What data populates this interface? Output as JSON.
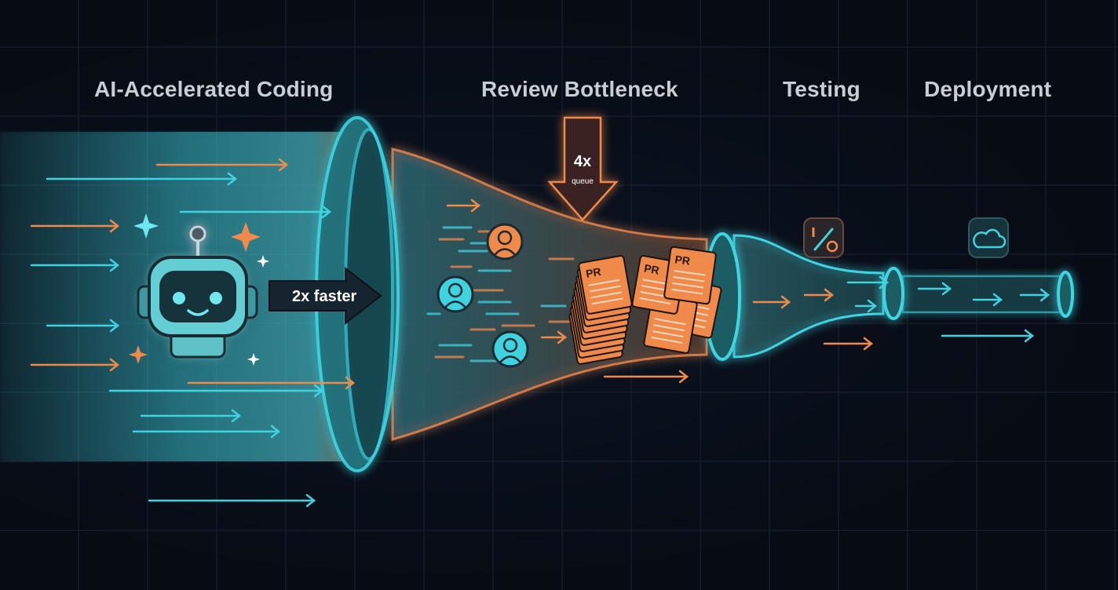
{
  "stages": [
    {
      "title": "AI-Accelerated Coding"
    },
    {
      "title": "Review Bottleneck"
    },
    {
      "title": "Testing"
    },
    {
      "title": "Deployment"
    }
  ],
  "speed_callout": {
    "label": "2x faster"
  },
  "queue_callout": {
    "value": "4x",
    "label": "queue"
  },
  "pr_card_label": "PR",
  "icons": {
    "robot": "robot-icon",
    "reviewers": [
      "person-icon",
      "person-icon",
      "person-icon"
    ],
    "testing": "tools-icon",
    "deployment": "cloud-icon"
  },
  "colors": {
    "background": "#070b14",
    "cyan": "#3fd3e0",
    "orange": "#f08a4b",
    "title_text": "#c9ced6"
  }
}
